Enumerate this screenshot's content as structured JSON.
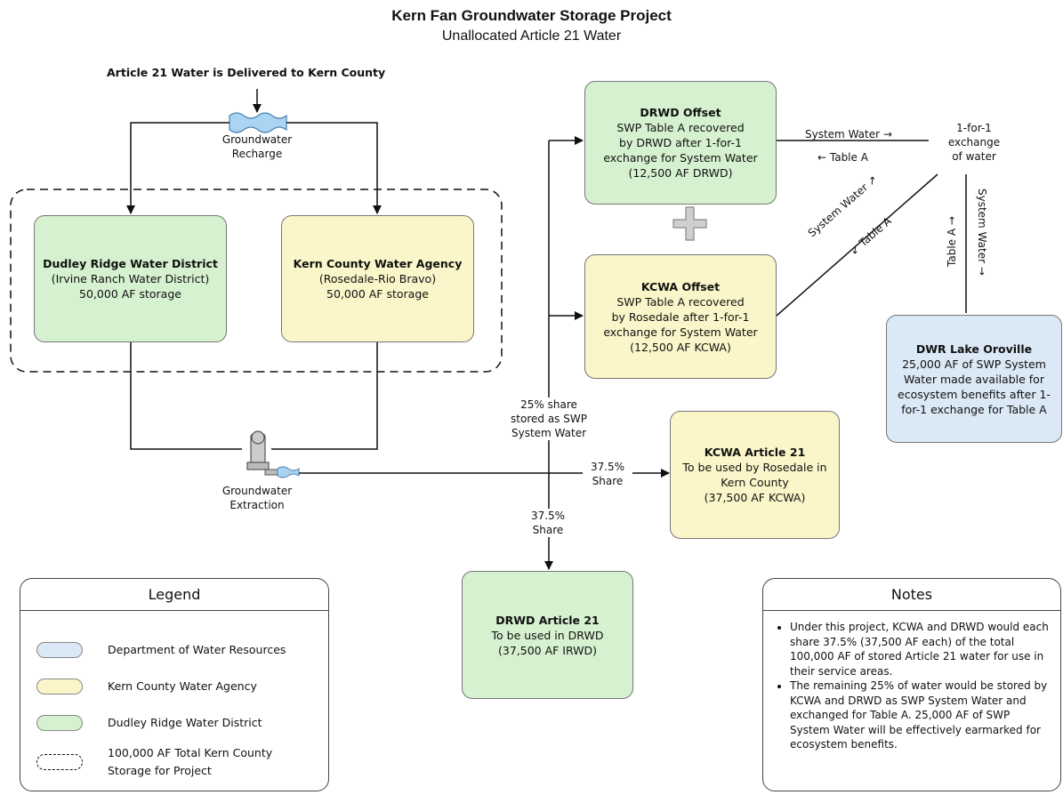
{
  "header": {
    "title": "Kern Fan Groundwater Storage Project",
    "subtitle": "Unallocated Article 21 Water"
  },
  "source_label": "Article 21 Water is Delivered to Kern County",
  "recharge_label": [
    "Groundwater",
    "Recharge"
  ],
  "extraction_label": [
    "Groundwater",
    "Extraction"
  ],
  "boxes": {
    "dudley": {
      "title": "Dudley Ridge Water District",
      "line1": "(Irvine Ranch Water District)",
      "line2": "50,000 AF storage"
    },
    "kcwa": {
      "title": "Kern County Water Agency",
      "line1": "(Rosedale-Rio Bravo)",
      "line2": "50,000 AF storage"
    },
    "drwd_offset": {
      "title": "DRWD Offset",
      "lines": [
        "SWP Table A recovered",
        "by DRWD after 1-for-1",
        "exchange for System Water",
        "(12,500 AF DRWD)"
      ]
    },
    "kcwa_offset": {
      "title": "KCWA Offset",
      "lines": [
        "SWP Table A recovered",
        "by Rosedale after 1-for-1",
        "exchange for System Water",
        "(12,500 AF KCWA)"
      ]
    },
    "kcwa_art21": {
      "title": "KCWA Article 21",
      "lines": [
        "To be used by Rosedale in",
        "Kern County",
        "(37,500 AF KCWA)"
      ]
    },
    "drwd_art21": {
      "title": "DRWD Article 21",
      "lines": [
        "To be used in DRWD",
        "(37,500 AF IRWD)"
      ]
    },
    "oroville": {
      "title": "DWR Lake Oroville",
      "lines": [
        "25,000 AF of SWP System",
        "Water made available for",
        "ecosystem benefits after 1-",
        "for-1 exchange for Table A"
      ]
    }
  },
  "flow_labels": {
    "share25": [
      "25% share",
      "stored as SWP",
      "System Water"
    ],
    "share375_right": [
      "37.5%",
      "Share"
    ],
    "share375_down": [
      "37.5%",
      "Share"
    ],
    "system_water_top": "System Water →",
    "table_a_top": "← Table A",
    "exchange": [
      "1-for-1",
      "exchange",
      "of water"
    ],
    "system_water_diag": "System Water ↗",
    "table_a_diag": "↙ Table A",
    "table_a_vert": "Table A →",
    "system_water_vert": "System Water →"
  },
  "legend": {
    "title": "Legend",
    "items": [
      {
        "label": "Department of Water Resources",
        "color": "#dbe8f5"
      },
      {
        "label": "Kern County Water Agency",
        "color": "#fbf6c9"
      },
      {
        "label": "Dudley Ridge Water District",
        "color": "#d5f1cf"
      },
      {
        "label": "100,000 AF Total Kern County",
        "label2": "Storage for Project",
        "color": "dashed"
      }
    ]
  },
  "notes": {
    "title": "Notes",
    "items": [
      "Under this project, KCWA and DRWD would each share 37.5% (37,500 AF each) of the total 100,000 AF of stored Article 21 water for use in their service areas.",
      "The remaining 25% of water would be stored by KCWA and DRWD as SWP System Water and exchanged for Table A. 25,000 AF of SWP System Water will be effectively earmarked for ecosystem benefits."
    ]
  }
}
